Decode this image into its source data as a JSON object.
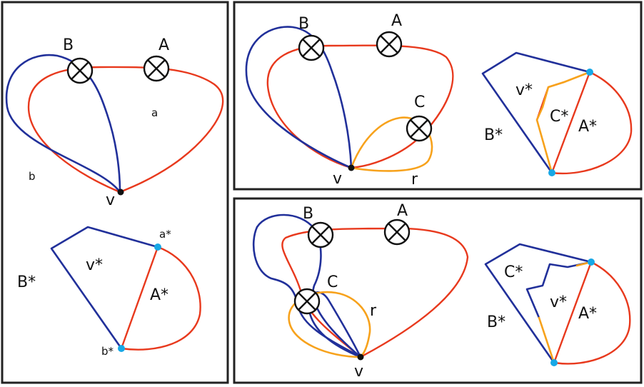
{
  "colors": {
    "red": "#e8391d",
    "blue": "#21309a",
    "orange": "#f7a21c",
    "cyan": "#17a8e6",
    "frame": "#222222"
  },
  "panels": {
    "left": {
      "top": {
        "B": "B",
        "A": "A",
        "a": "a",
        "b": "b",
        "v": "v"
      },
      "bottom": {
        "v_star": "v*",
        "B_star": "B*",
        "A_star": "A*",
        "a_star": "a*",
        "b_star": "b*"
      }
    },
    "top_right": {
      "graph": {
        "B": "B",
        "A": "A",
        "C": "C",
        "v": "v",
        "r": "r"
      },
      "dual": {
        "v_star": "v*",
        "C_star": "C*",
        "A_star": "A*",
        "B_star": "B*"
      }
    },
    "bottom_right": {
      "graph": {
        "B": "B",
        "A": "A",
        "C": "C",
        "r": "r",
        "v": "v"
      },
      "dual": {
        "C_star": "C*",
        "v_star": "v*",
        "A_star": "A*",
        "B_star": "B*"
      }
    }
  }
}
